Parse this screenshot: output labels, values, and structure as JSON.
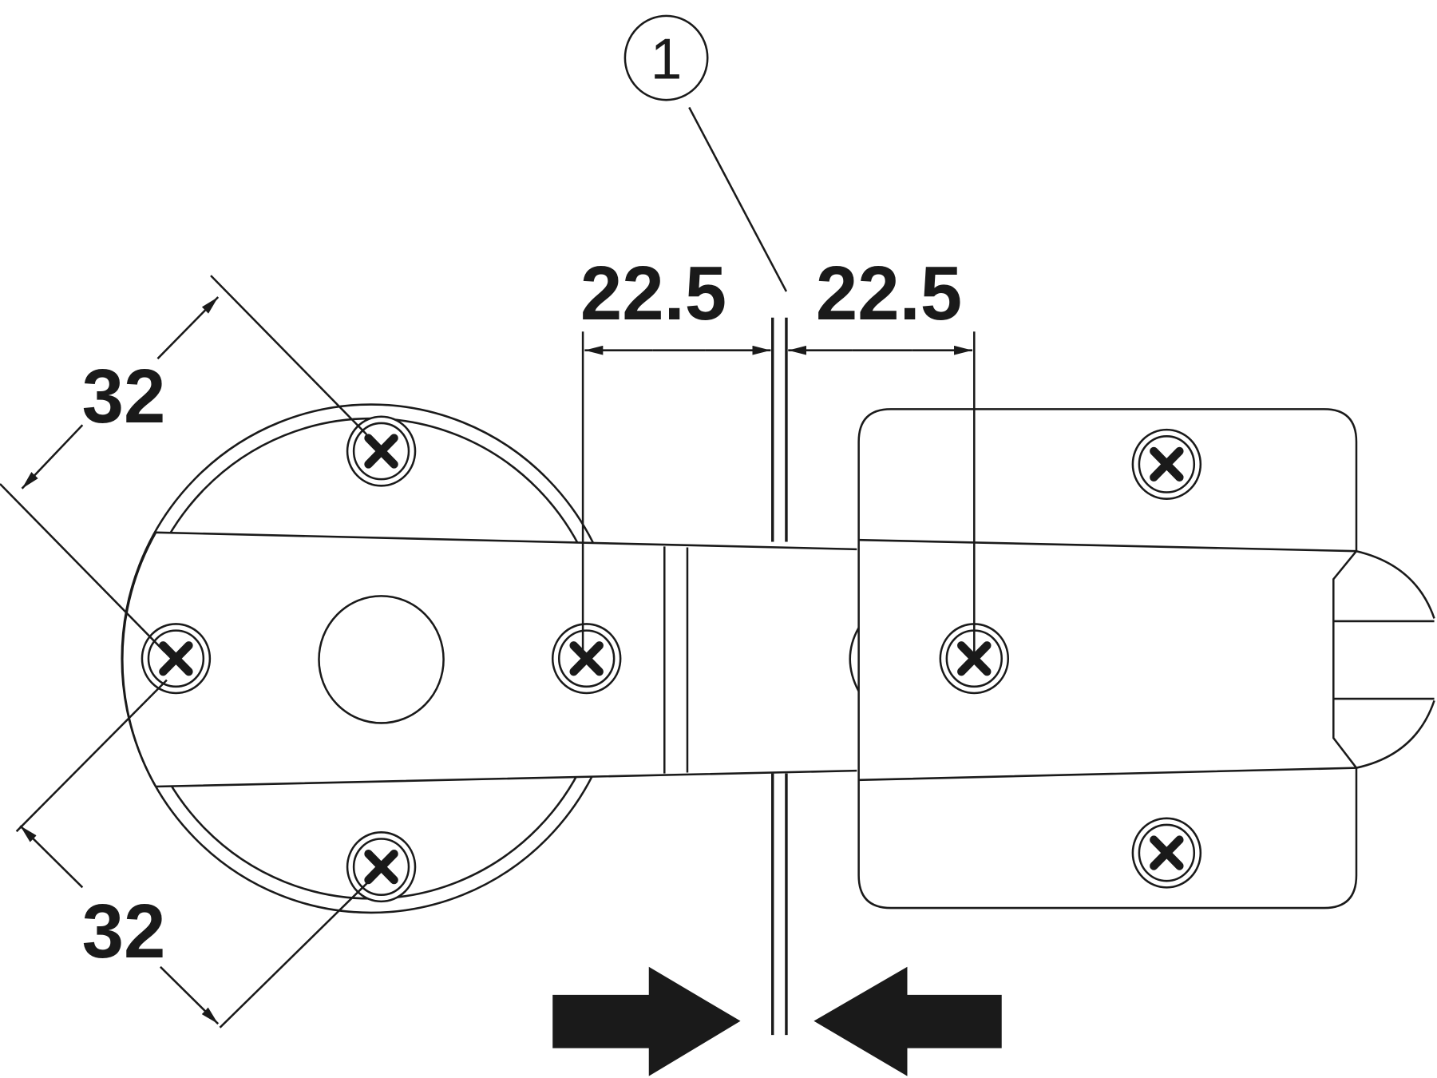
{
  "callout": {
    "number": "1"
  },
  "dimensions": {
    "left_gap": "22.5",
    "right_gap": "22.5",
    "upper_hole_spacing": "32",
    "lower_hole_spacing": "32"
  },
  "colors": {
    "line": "#1a1a1a",
    "background": "#ffffff"
  }
}
